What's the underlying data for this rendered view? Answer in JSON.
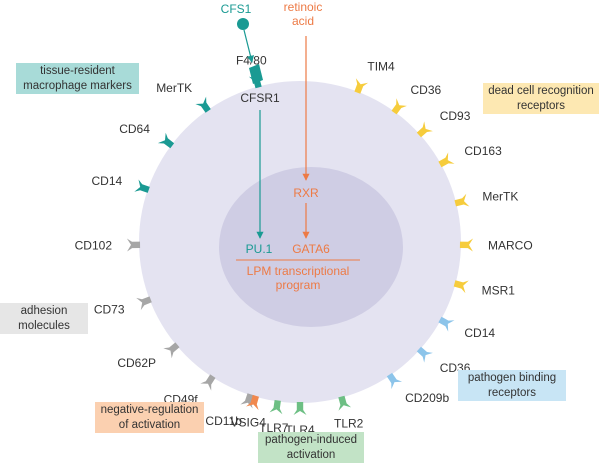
{
  "colors": {
    "cell": "#e4e3f1",
    "nucleus": "#cfcde4",
    "macrophage": "#1a9a93",
    "deadcell": "#f6cc3c",
    "adhesion": "#a6a6a6",
    "pathogen": "#8cc4ea",
    "negreg": "#f0884e",
    "induced": "#6dbf84",
    "csf": "#1a9a93",
    "retinoic": "#ed7a45",
    "lpm": "#ed7a45",
    "pu1": "#1a9a93",
    "text": "#333333",
    "box_macrophage": "#a8dbd8",
    "box_deadcell": "#fde8b2",
    "box_adhesion": "#e6e6e6",
    "box_pathogen": "#c8e5f5",
    "box_negreg": "#fbd0b0",
    "box_induced": "#c2e3c6"
  },
  "signals": {
    "csf1": "CFS1",
    "csfr1": "CFSR1",
    "retinoic": "retinoic\nacid",
    "rxr": "RXR",
    "pu1": "PU.1",
    "gata6": "GATA6",
    "lpm": "LPM transcriptional\nprogram"
  },
  "receptors": [
    {
      "label": "F4/80",
      "group": "macrophage",
      "angle": -105
    },
    {
      "label": "MerTK",
      "group": "macrophage",
      "angle": -125
    },
    {
      "label": "CD64",
      "group": "macrophage",
      "angle": -143
    },
    {
      "label": "CD14",
      "group": "macrophage",
      "angle": -161
    },
    {
      "label": "CD102",
      "group": "adhesion",
      "angle": -181
    },
    {
      "label": "CD73",
      "group": "adhesion",
      "angle": 159
    },
    {
      "label": "CD62P",
      "group": "adhesion",
      "angle": 140
    },
    {
      "label": "CD49f",
      "group": "adhesion",
      "angle": 123
    },
    {
      "label": "CD11b",
      "group": "adhesion",
      "angle": 108
    },
    {
      "label": "VSIG4",
      "group": "negreg",
      "angle": 106
    },
    {
      "label": "TLR7",
      "group": "induced",
      "angle": 98
    },
    {
      "label": "TLR4",
      "group": "induced",
      "angle": 90
    },
    {
      "label": "TLR2",
      "group": "induced",
      "angle": 75
    },
    {
      "label": "TIM4",
      "group": "deadcell",
      "angle": -69
    },
    {
      "label": "CD36",
      "group": "deadcell",
      "angle": -54
    },
    {
      "label": "CD93",
      "group": "deadcell",
      "angle": -42
    },
    {
      "label": "CD163",
      "group": "deadcell",
      "angle": -29
    },
    {
      "label": "MerTK",
      "group": "deadcell",
      "angle": -14
    },
    {
      "label": "MARCO",
      "group": "deadcell",
      "angle": 1
    },
    {
      "label": "MSR1",
      "group": "deadcell",
      "angle": 15
    },
    {
      "label": "CD14",
      "group": "pathogen",
      "angle": 29
    },
    {
      "label": "CD36",
      "group": "pathogen",
      "angle": 42
    },
    {
      "label": "CD209b",
      "group": "pathogen",
      "angle": 56
    }
  ],
  "legend": {
    "macrophage": "tissue-resident\nmacrophage markers",
    "deadcell": "dead cell recognition\nreceptors",
    "adhesion": "adhesion\nmolecules",
    "pathogen": "pathogen binding\nreceptors",
    "negreg": "negative-regulation\nof activation",
    "induced": "pathogen-induced\nactivation"
  }
}
